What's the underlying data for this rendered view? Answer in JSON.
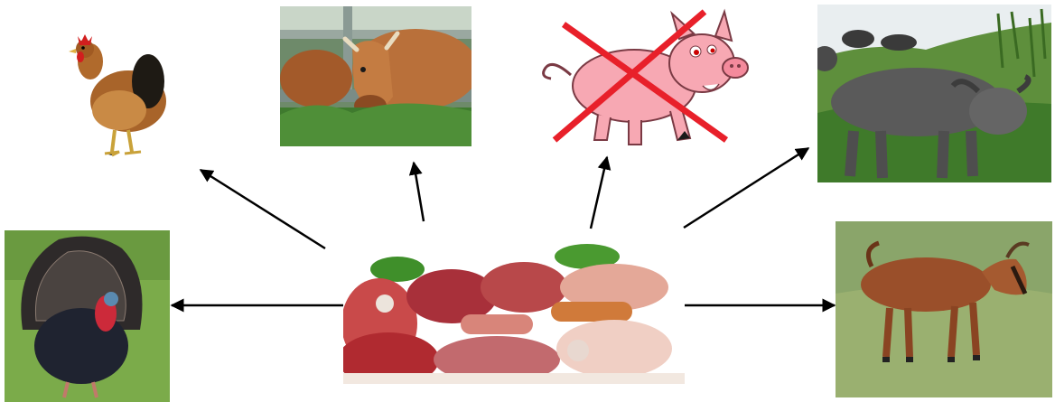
{
  "diagram": {
    "type": "hub-and-spoke",
    "center": {
      "subject": "meat-assortment"
    },
    "nodes": [
      {
        "subject": "chicken",
        "arrow": "from-center"
      },
      {
        "subject": "cow",
        "arrow": "from-center"
      },
      {
        "subject": "pig-crossed-out",
        "arrow": "from-center",
        "crossed_out": true
      },
      {
        "subject": "water-buffalo",
        "arrow": "from-center"
      },
      {
        "subject": "turkey",
        "arrow": "from-center"
      },
      {
        "subject": "goat",
        "arrow": "from-center"
      }
    ],
    "colors": {
      "arrow": "#000000",
      "cross": "#e8202a",
      "pig": "#f7a8b3"
    }
  }
}
